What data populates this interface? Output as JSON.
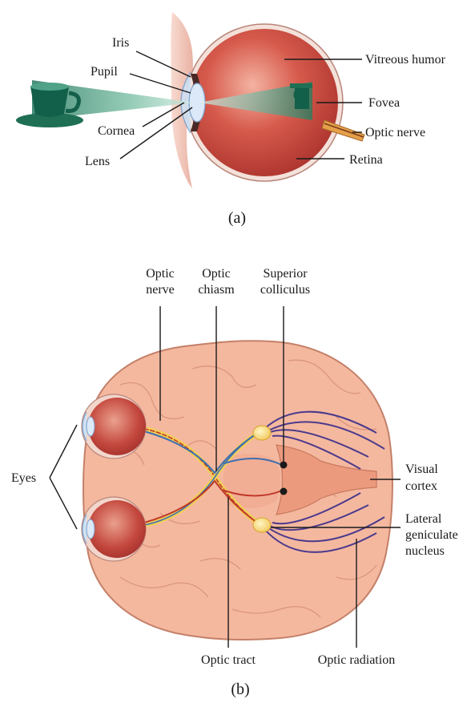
{
  "panel_a": {
    "caption": "(a)",
    "labels": {
      "iris": "Iris",
      "pupil": "Pupil",
      "cornea": "Cornea",
      "lens": "Lens",
      "vitreous_humor": "Vitreous humor",
      "fovea": "Fovea",
      "optic_nerve": "Optic nerve",
      "retina": "Retina"
    }
  },
  "panel_b": {
    "caption": "(b)",
    "labels": {
      "optic_nerve_1": "Optic",
      "optic_nerve_2": "nerve",
      "optic_chiasm_1": "Optic",
      "optic_chiasm_2": "chiasm",
      "superior_colliculus_1": "Superior",
      "superior_colliculus_2": "colliculus",
      "eyes": "Eyes",
      "visual_cortex_1": "Visual",
      "visual_cortex_2": "cortex",
      "lgn_1": "Lateral",
      "lgn_2": "geniculate",
      "lgn_3": "nucleus",
      "optic_tract": "Optic tract",
      "optic_radiation": "Optic radiation"
    }
  },
  "colors": {
    "eyeball": "#c0403a",
    "brain": "#f2b49b",
    "brain_outline": "#c87e66",
    "light_beam": "#2f8f6a",
    "radiation": "#4b3a8c",
    "nerve_blue": "#3e6fb0",
    "nerve_red": "#c0392b",
    "nerve_yellow": "#f3cf55"
  }
}
